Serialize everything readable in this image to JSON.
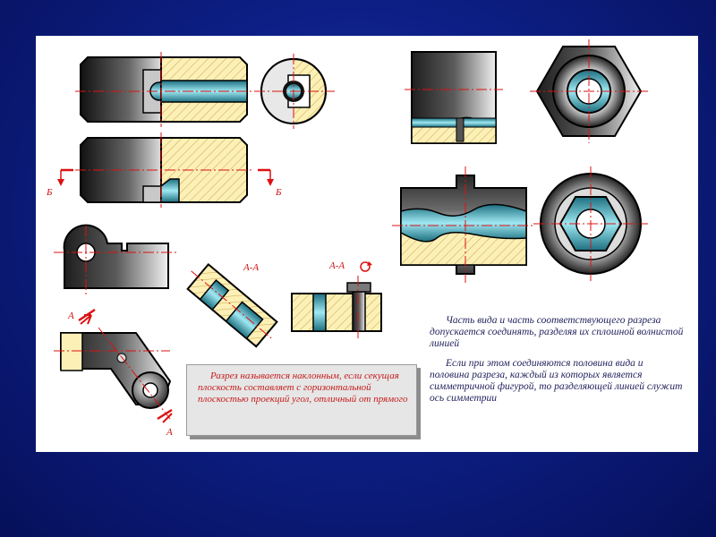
{
  "labels": {
    "section_b_left": "Б",
    "section_b_right": "Б",
    "aa_title_1": "А-А",
    "aa_title_2": "А-А",
    "arrow_a_top": "А",
    "arrow_a_bottom": "А"
  },
  "note_box": {
    "text": "Разрез называется наклонным, если секущая плоскость составляет с горизонтальной плоскостью проекций угол, отличный от прямого"
  },
  "text_block": {
    "paragraph_1": "Часть вида и часть соответствующего разреза  допускается соединять, разделяя их сплошной волнистой линией",
    "paragraph_2": "Если при этом соединяются половина вида и половина разреза, каждый из которых является симметричной фигурой, то разделяющей линией служит ось симметрии"
  }
}
